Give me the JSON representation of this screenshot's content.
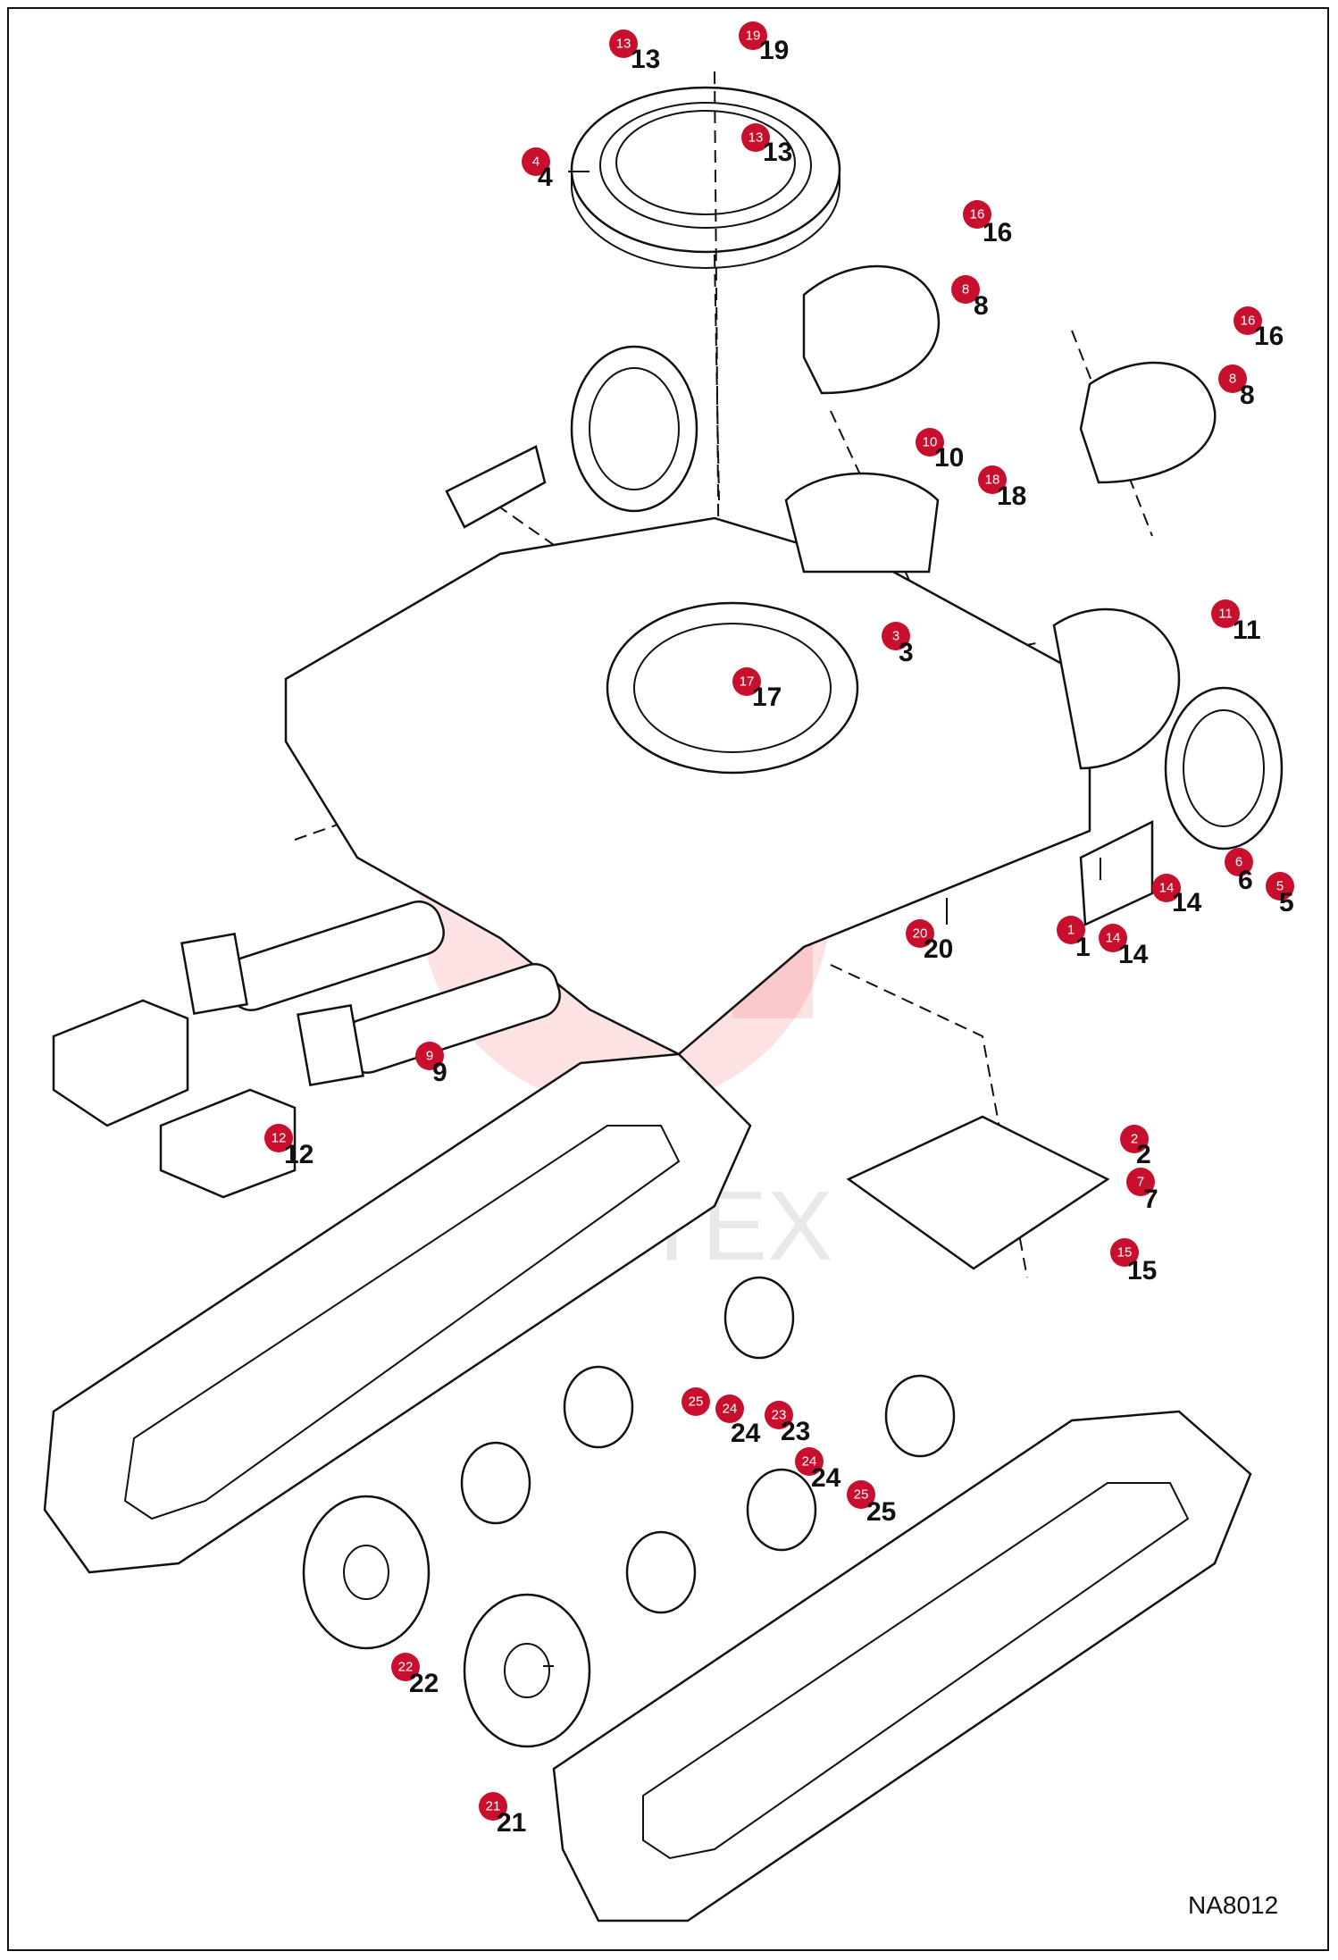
{
  "drawing_id": "NA8012",
  "watermark_text": "ИНТЕХ",
  "colors": {
    "badge": "#c8102e",
    "line": "#111111",
    "watermark": "#e8323c"
  },
  "callouts": [
    {
      "num": "1",
      "label": "1"
    },
    {
      "num": "2",
      "label": "2"
    },
    {
      "num": "3",
      "label": "3"
    },
    {
      "num": "4",
      "label": "4"
    },
    {
      "num": "5",
      "label": "5"
    },
    {
      "num": "6",
      "label": "6"
    },
    {
      "num": "7",
      "label": "7"
    },
    {
      "num": "8",
      "label": "8"
    },
    {
      "num": "8",
      "label": "8"
    },
    {
      "num": "9",
      "label": "9"
    },
    {
      "num": "10",
      "label": "10"
    },
    {
      "num": "11",
      "label": "11"
    },
    {
      "num": "12",
      "label": "12"
    },
    {
      "num": "13",
      "label": "13"
    },
    {
      "num": "13",
      "label": "13"
    },
    {
      "num": "14",
      "label": "14"
    },
    {
      "num": "14",
      "label": "14"
    },
    {
      "num": "15",
      "label": "15"
    },
    {
      "num": "16",
      "label": "16"
    },
    {
      "num": "16",
      "label": "16"
    },
    {
      "num": "17",
      "label": "17"
    },
    {
      "num": "18",
      "label": "18"
    },
    {
      "num": "19",
      "label": "19"
    },
    {
      "num": "20",
      "label": "20"
    },
    {
      "num": "21",
      "label": "21"
    },
    {
      "num": "22",
      "label": "22"
    },
    {
      "num": "23",
      "label": "23"
    },
    {
      "num": "24",
      "label": "24"
    },
    {
      "num": "24",
      "label": "24"
    },
    {
      "num": "25",
      "label": "25"
    },
    {
      "num": "25",
      "label": "25"
    }
  ]
}
